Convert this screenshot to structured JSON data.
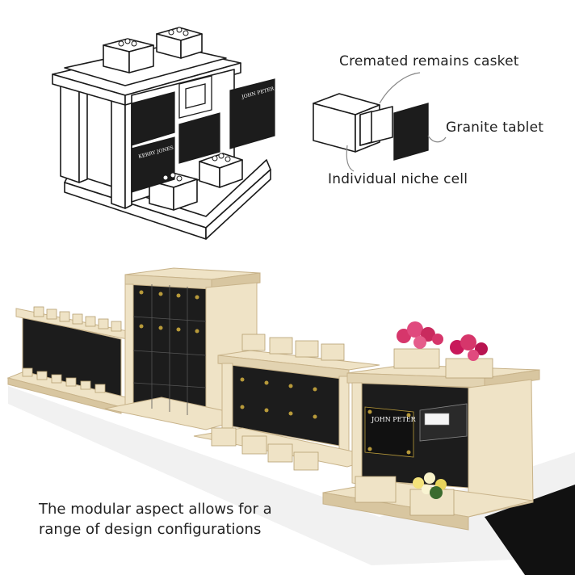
{
  "labels": {
    "casket": "Cremated remains casket",
    "tablet": "Granite tablet",
    "niche": "Individual niche cell"
  },
  "caption": "The modular aspect allows for a range of design configurations",
  "plaques": {
    "name_1": "JOHN PETER",
    "name_2": "KERRY JONES"
  },
  "colors": {
    "stone": "#efe3c6",
    "stone_shadow": "#d8c6a0",
    "granite": "#1c1c1c",
    "brass": "#b89a3a",
    "line": "#1a1a1a"
  }
}
